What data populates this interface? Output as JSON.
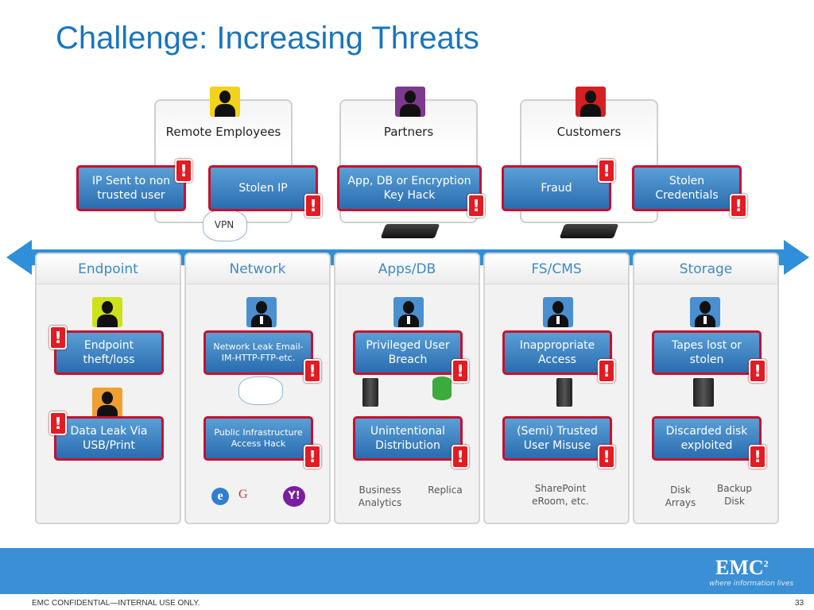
{
  "title": "Challenge: Increasing Threats",
  "top_groups": [
    {
      "label": "Remote Employees",
      "icon": "person-yellow-icon"
    },
    {
      "label": "Partners",
      "icon": "group-purple-icon"
    },
    {
      "label": "Customers",
      "icon": "group-red-icon"
    }
  ],
  "vpn_label": "VPN",
  "top_threats": [
    "IP Sent to non trusted user",
    "Stolen IP",
    "App, DB or Encryption Key Hack",
    "Fraud",
    "Stolen Credentials"
  ],
  "columns": [
    {
      "label": "Endpoint"
    },
    {
      "label": "Network"
    },
    {
      "label": "Apps/DB"
    },
    {
      "label": "FS/CMS"
    },
    {
      "label": "Storage"
    }
  ],
  "column_threats_row1": [
    "Endpoint theft/loss",
    "Network Leak Email-IM-HTTP-FTP-etc.",
    "Privileged User Breach",
    "Inappropriate Access",
    "Tapes lost or stolen"
  ],
  "column_threats_row2": [
    "Data Leak Via USB/Print",
    "Public Infrastructure Access Hack",
    "Unintentional Distribution",
    "(Semi) Trusted User Misuse",
    "Discarded disk exploited"
  ],
  "bottom_labels": {
    "business_analytics": "Business Analytics",
    "replica": "Replica",
    "sharepoint": "SharePoint eRoom, etc.",
    "disk_arrays": "Disk Arrays",
    "backup_disk": "Backup Disk"
  },
  "alert_symbol": "!",
  "logo": {
    "name": "EMC",
    "superscript": "2",
    "tagline": "where information lives"
  },
  "footer": {
    "confidential": "EMC CONFIDENTIAL—INTERNAL USE ONLY.",
    "page": "33"
  },
  "colors": {
    "title": "#1a75bc",
    "threat_fill": "#2a6db0",
    "threat_border": "#c8102e",
    "band": "#3b8fd4"
  }
}
